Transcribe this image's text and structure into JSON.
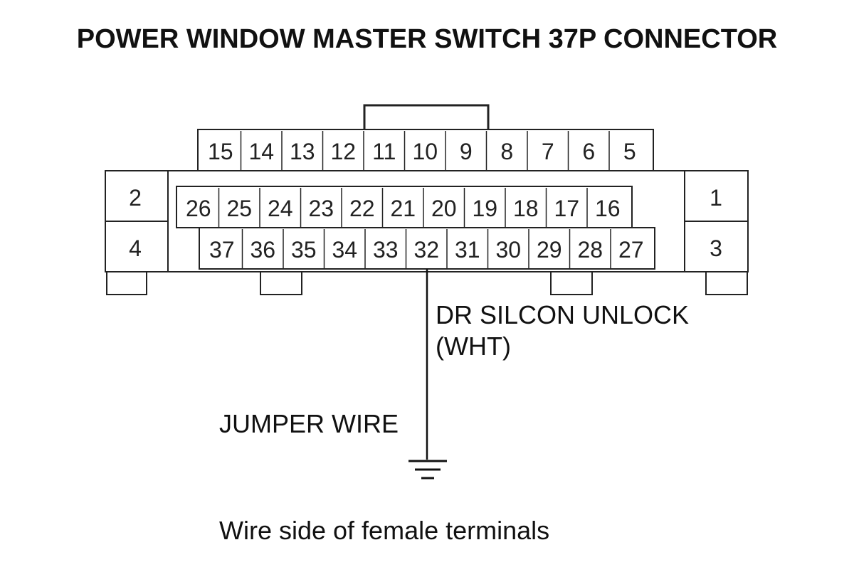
{
  "title": "POWER WINDOW MASTER SWITCH 37P CONNECTOR",
  "footer": "Wire side of female terminals",
  "connector": {
    "top_row": [
      "15",
      "14",
      "13",
      "12",
      "11",
      "10",
      "9",
      "8",
      "7",
      "6",
      "5"
    ],
    "middle_row": [
      "26",
      "25",
      "24",
      "23",
      "22",
      "21",
      "20",
      "19",
      "18",
      "17",
      "16"
    ],
    "bottom_row": [
      "37",
      "36",
      "35",
      "34",
      "33",
      "32",
      "31",
      "30",
      "29",
      "28",
      "27"
    ],
    "left_terminals": [
      "2",
      "4"
    ],
    "right_terminals": [
      "1",
      "3"
    ]
  },
  "wire": {
    "terminal": "32",
    "label_line1": "DR SILCON UNLOCK",
    "label_line2": "(WHT)",
    "jumper_label": "JUMPER WIRE"
  },
  "icons": {
    "ground": "ground-symbol-icon"
  },
  "colors": {
    "line": "#222222",
    "background": "#ffffff"
  }
}
